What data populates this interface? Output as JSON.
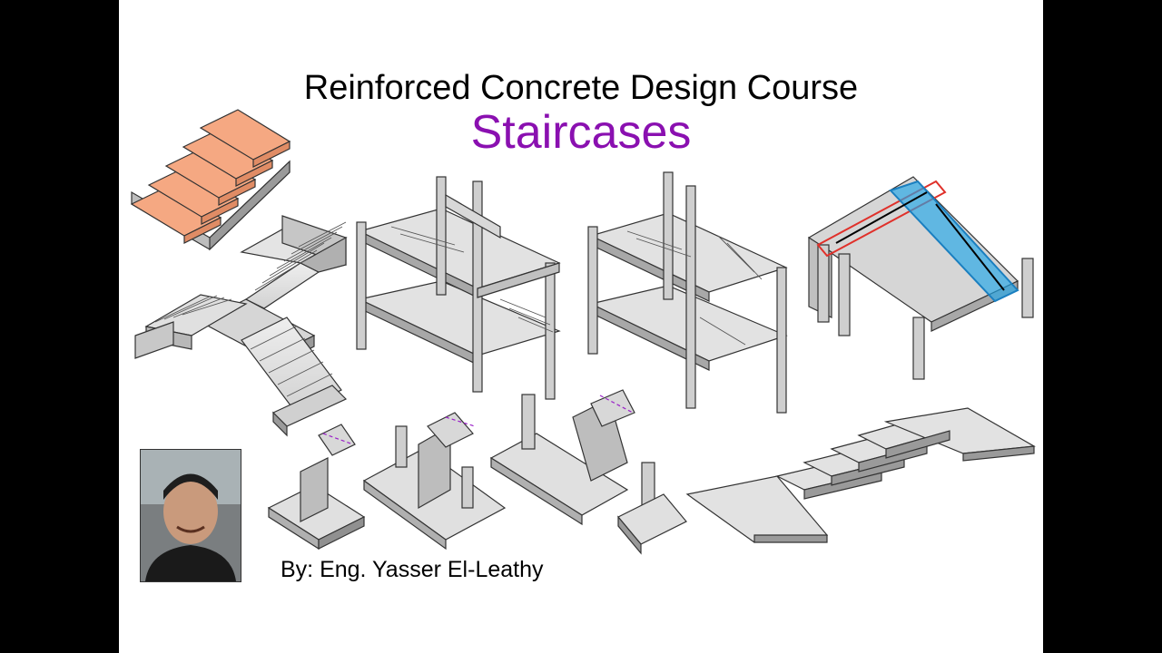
{
  "slide": {
    "course_title": "Reinforced Concrete Design Course",
    "topic": "Staircases",
    "author": "By: Eng. Yasser El-Leathy"
  },
  "colors": {
    "topic": "#8a10b0",
    "concrete_face": "#e6e6e6",
    "concrete_side": "#bdbdbd",
    "concrete_dark": "#8e8e8e",
    "tread": "#f5a882",
    "highlight_red": "#e0302a",
    "highlight_blue": "#20a6e8",
    "dim_line": "#9a20c8"
  },
  "icons": [
    "stair-flight-icon",
    "dog-leg-stair-icon",
    "stair-frame-icon",
    "stair-beam-icon",
    "stair-footing-icon",
    "straight-stair-icon",
    "author-photo"
  ]
}
